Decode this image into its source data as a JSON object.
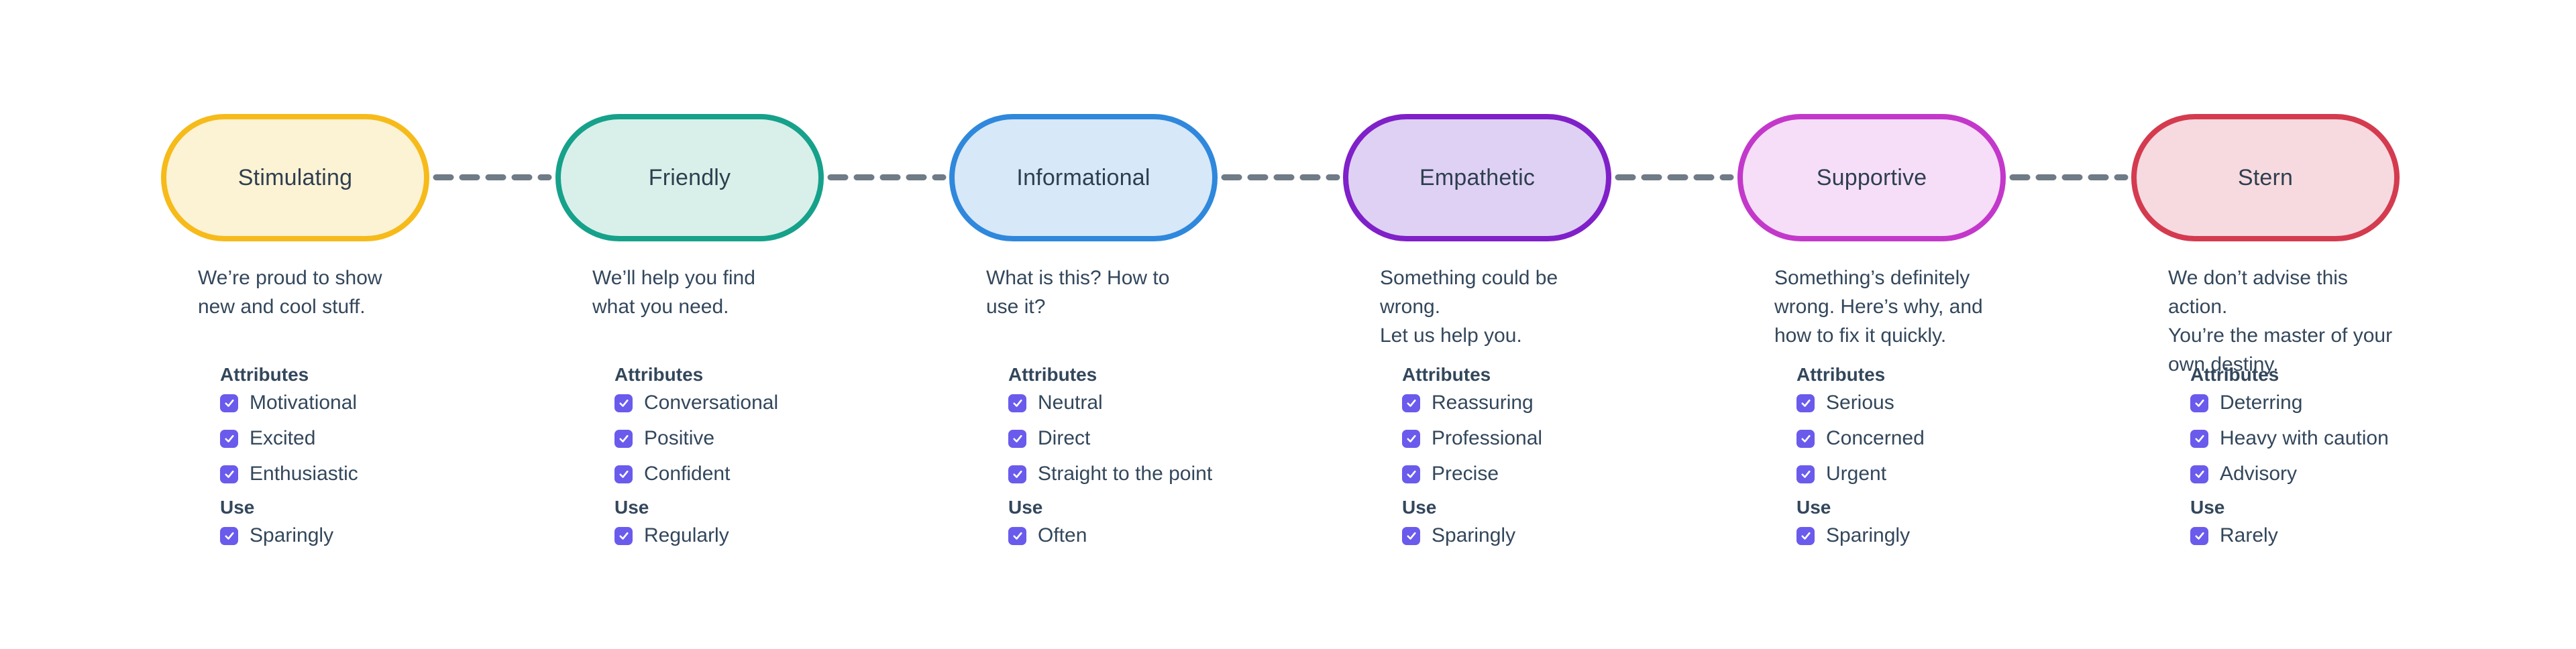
{
  "palette": {
    "background": "#ffffff",
    "text_color": "#33475b",
    "title_color": "#2e3f50",
    "checkbox_color": "#6a5bec",
    "checkmark_color": "#ffffff"
  },
  "connector": {
    "color": "#6f7b87",
    "style": "dashed"
  },
  "columns": [
    {
      "title": "Stimulating",
      "border": "#f6bb1a",
      "fill": "#fcf2d4",
      "description": "We’re proud to show new and cool stuff.",
      "desc_lines": [
        "We’re proud to show",
        "new and cool stuff."
      ],
      "attributes_label": "Attributes",
      "attributes": [
        "Motivational",
        "Excited",
        "Enthusiastic"
      ],
      "use_label": "Use",
      "use_value": "Sparingly"
    },
    {
      "title": "Friendly",
      "border": "#16a18b",
      "fill": "#d8f0e9",
      "description": "We’ll help you find what you need.",
      "desc_lines": [
        "We’ll help you find",
        "what you need."
      ],
      "attributes_label": "Attributes",
      "attributes": [
        "Conversational",
        "Positive",
        "Confident"
      ],
      "use_label": "Use",
      "use_value": "Regularly"
    },
    {
      "title": "Informational",
      "border": "#2f88dc",
      "fill": "#d7e8f8",
      "description": "What is this? How to use it?",
      "desc_lines": [
        "What is this? How to",
        "use it?"
      ],
      "attributes_label": "Attributes",
      "attributes": [
        "Neutral",
        "Direct",
        "Straight to the point"
      ],
      "use_label": "Use",
      "use_value": "Often"
    },
    {
      "title": "Empathetic",
      "border": "#8020c9",
      "fill": "#dfd1f3",
      "description": "Something could be wrong. Let us help you.",
      "desc_lines": [
        "Something could be wrong.",
        "Let us help you."
      ],
      "attributes_label": "Attributes",
      "attributes": [
        "Reassuring",
        "Professional",
        "Precise"
      ],
      "use_label": "Use",
      "use_value": "Sparingly"
    },
    {
      "title": "Supportive",
      "border": "#c338ca",
      "fill": "#f6def8",
      "description": "Something’s definitely wrong. Here’s why, and how to fix it quickly.",
      "desc_lines": [
        "Something’s definitely",
        "wrong. Here’s why, and",
        "how to fix it quickly."
      ],
      "attributes_label": "Attributes",
      "attributes": [
        "Serious",
        "Concerned",
        "Urgent"
      ],
      "use_label": "Use",
      "use_value": "Sparingly"
    },
    {
      "title": "Stern",
      "border": "#d43b4f",
      "fill": "#f7dadf",
      "description": "We don’t advise this action. You’re the master of your own destiny.",
      "desc_lines": [
        "We don’t advise this action.",
        "You’re the master of your",
        "own destiny."
      ],
      "attributes_label": "Attributes",
      "attributes": [
        "Deterring",
        "Heavy with caution",
        "Advisory"
      ],
      "use_label": "Use",
      "use_value": "Rarely"
    }
  ]
}
